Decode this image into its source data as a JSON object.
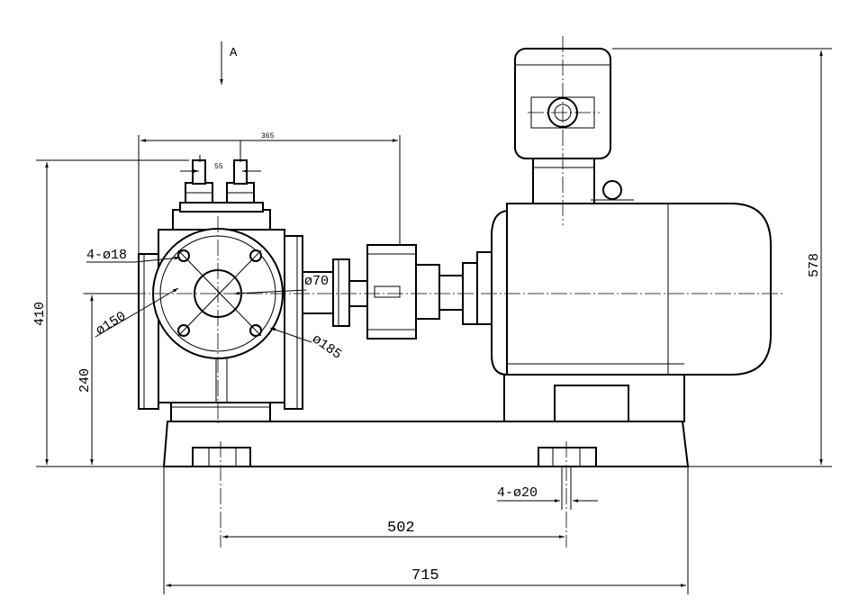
{
  "drawing": {
    "view_label": "A",
    "dimensions": {
      "width_365": "365",
      "spacing_55": "55",
      "bolt_holes_flange": "4-ø18",
      "diameter_70": "ø70",
      "diameter_150": "ø150",
      "diameter_185": "ø185",
      "height_410": "410",
      "height_240": "240",
      "height_578": "578",
      "foot_holes": "4-ø20",
      "length_502": "502",
      "length_715": "715"
    }
  }
}
